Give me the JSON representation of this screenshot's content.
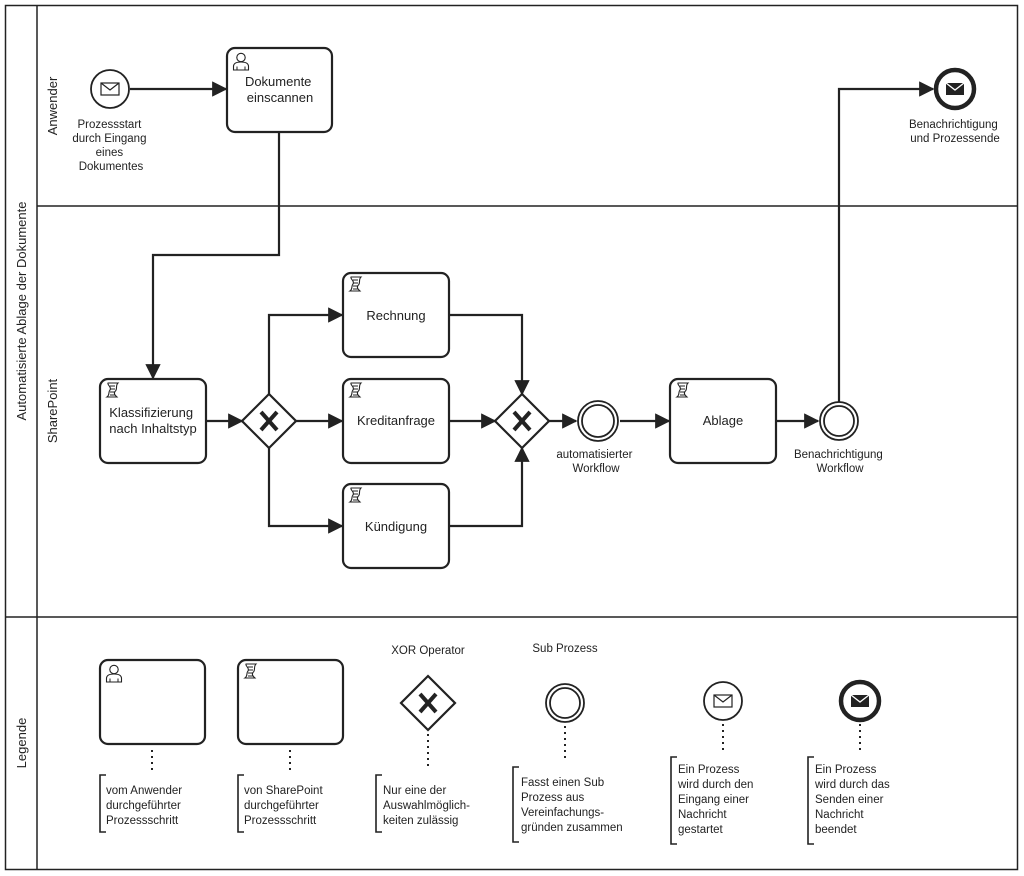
{
  "pool": {
    "title": "Automatisierte Ablage der Dokumente",
    "lanes": {
      "anwender": "Anwender",
      "sharepoint": "SharePoint",
      "legende": "Legende"
    }
  },
  "process": {
    "start_event": [
      "Prozessstart",
      "durch Eingang",
      "eines",
      "Dokumentes"
    ],
    "task_scan": [
      "Dokumente",
      "einscannen"
    ],
    "task_classify": [
      "Klassifizierung",
      "nach Inhaltstyp"
    ],
    "task_rechnung": "Rechnung",
    "task_kredit": "Kreditanfrage",
    "task_kuendigung": "Kündigung",
    "sub_workflow": [
      "automatisierter",
      "Workflow"
    ],
    "task_ablage": "Ablage",
    "sub_notify": [
      "Benachrichtigung",
      "Workflow"
    ],
    "end_event": [
      "Benachrichtigung",
      "und Prozessende"
    ]
  },
  "legend": {
    "user_task": [
      "vom Anwender",
      "durchgeführter",
      "Prozessschritt"
    ],
    "sp_task": [
      "von SharePoint",
      "durchgeführter",
      "Prozessschritt"
    ],
    "xor_title": "XOR Operator",
    "xor_desc": [
      "Nur eine der",
      "Auswahlmöglich-",
      "keiten zulässig"
    ],
    "sub_title": "Sub Prozess",
    "sub_desc": [
      "Fasst einen Sub",
      "Prozess aus",
      "Vereinfachungs-",
      "gründen zusammen"
    ],
    "msg_start_desc": [
      "Ein Prozess",
      "wird durch den",
      "Eingang einer",
      "Nachricht",
      "gestartet"
    ],
    "msg_end_desc": [
      "Ein Prozess",
      "wird durch das",
      "Senden einer",
      "Nachricht",
      "beendet"
    ]
  },
  "colors": {
    "stroke": "#222222",
    "background": "#ffffff"
  },
  "icons": [
    "envelope-icon",
    "user-icon",
    "script-icon",
    "xor-x-icon"
  ]
}
